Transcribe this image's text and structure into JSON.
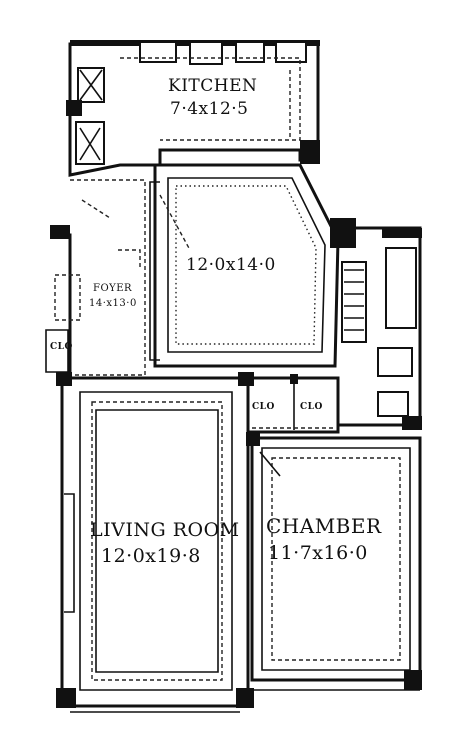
{
  "rooms": {
    "kitchen": {
      "name": "KITCHEN",
      "dimensions": "7·4x12·5"
    },
    "dining": {
      "dimensions": "12·0x14·0"
    },
    "foyer": {
      "name": "FOYER",
      "dimensions": "14·x13·0"
    },
    "living_room": {
      "name": "LIVING ROOM",
      "dimensions": "12·0x19·8"
    },
    "chamber": {
      "name": "CHAMBER",
      "dimensions": "11·7x16·0"
    }
  },
  "closets": {
    "left": "CLO",
    "middle": "CLO",
    "right": "CLO"
  },
  "colors": {
    "ink": "#111111",
    "paper": "#ffffff"
  }
}
